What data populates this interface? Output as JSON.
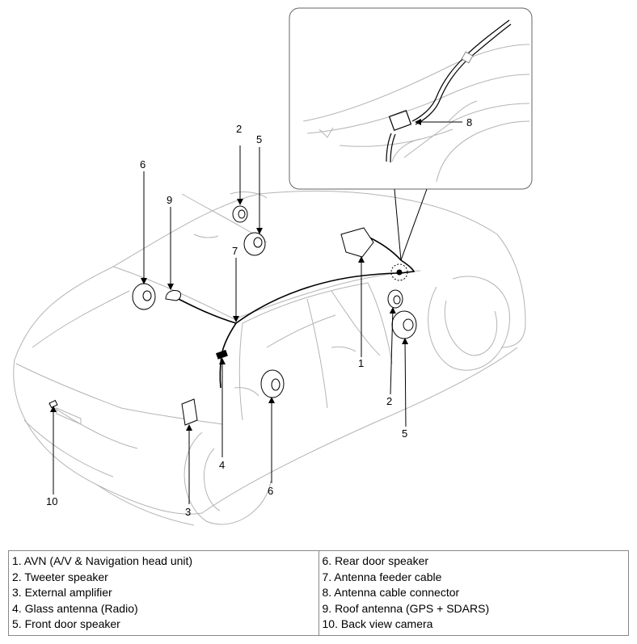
{
  "callouts": {
    "c1": "1",
    "c2a": "2",
    "c2b": "2",
    "c3": "3",
    "c4": "4",
    "c5a": "5",
    "c5b": "5",
    "c6a": "6",
    "c6b": "6",
    "c7": "7",
    "c8": "8",
    "c9": "9",
    "c10": "10"
  },
  "legend": {
    "left": [
      "1. AVN (A/V & Navigation head unit)",
      "2. Tweeter speaker",
      "3. External amplifier",
      "4. Glass antenna (Radio)",
      "5. Front door speaker"
    ],
    "right": [
      "6. Rear door speaker",
      "7. Antenna feeder cable",
      "8. Antenna cable connector",
      "9. Roof antenna (GPS + SDARS)",
      "10. Back view camera"
    ]
  }
}
